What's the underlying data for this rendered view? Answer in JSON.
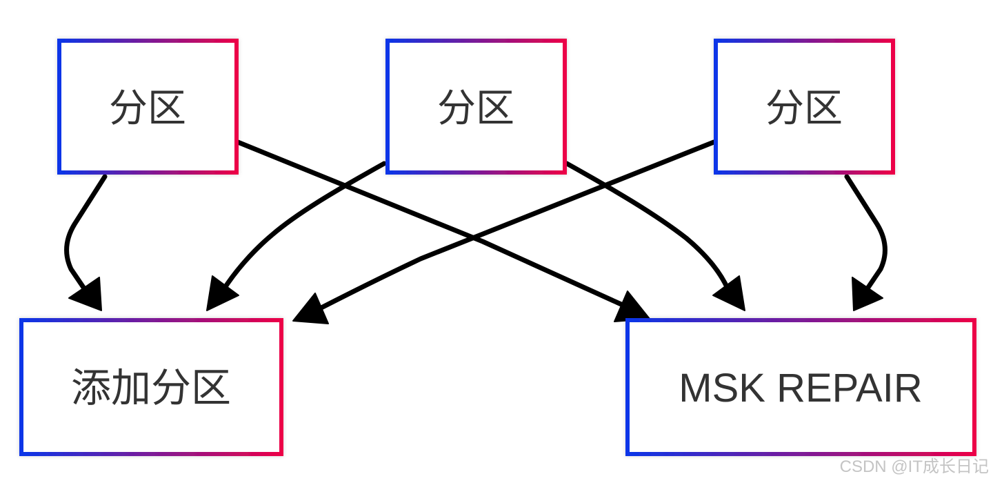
{
  "diagram": {
    "top_nodes": [
      {
        "label": "分区"
      },
      {
        "label": "分区"
      },
      {
        "label": "分区"
      }
    ],
    "bottom_nodes": [
      {
        "label": "添加分区"
      },
      {
        "label": "MSK REPAIR"
      }
    ],
    "edges": [
      [
        0,
        0
      ],
      [
        0,
        1
      ],
      [
        1,
        0
      ],
      [
        1,
        1
      ],
      [
        2,
        0
      ],
      [
        2,
        1
      ]
    ]
  },
  "watermark": "CSDN @IT成长日记",
  "colors": {
    "border_start": "#0a35e8",
    "border_end": "#ec0047",
    "arrow": "#000000",
    "text": "#333333",
    "watermark": "#c4c4c4"
  }
}
